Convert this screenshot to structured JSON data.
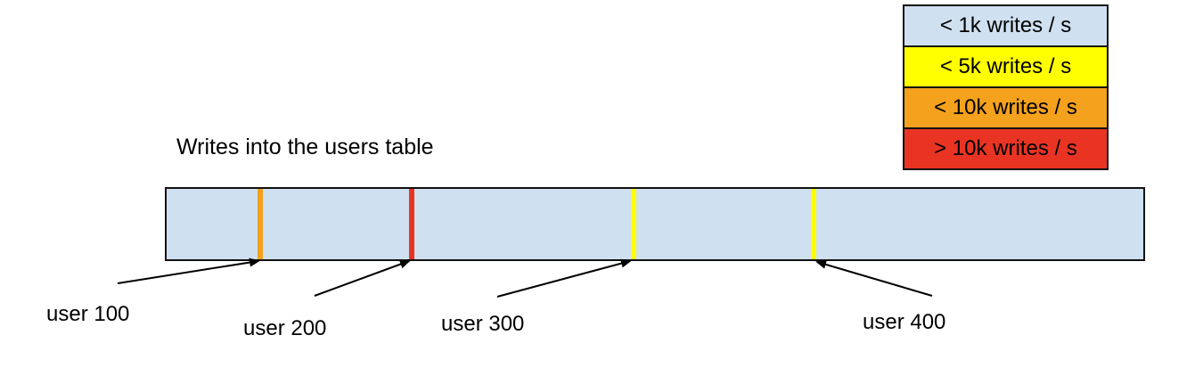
{
  "title": "Writes into the users table",
  "colors": {
    "bar_fill": "#cfe0f1",
    "light_blue": "#cfe0f1",
    "yellow": "#ffff00",
    "orange": "#f4a11d",
    "red": "#e93423",
    "outline": "#111111"
  },
  "legend": {
    "items": [
      {
        "label": "< 1k writes / s",
        "color": "#cfe0f1"
      },
      {
        "label": "< 5k writes / s",
        "color": "#ffff00"
      },
      {
        "label": "< 10k writes / s",
        "color": "#f4a11d"
      },
      {
        "label": "> 10k writes / s",
        "color": "#e93423"
      }
    ]
  },
  "bar": {
    "fill": "#cfe0f1",
    "stripes": [
      {
        "user": "user 100",
        "rate": "< 10k writes / s",
        "color": "#f4a11d"
      },
      {
        "user": "user 200",
        "rate": "> 10k writes / s",
        "color": "#e93423"
      },
      {
        "user": "user 300",
        "rate": "< 5k writes / s",
        "color": "#ffff00"
      },
      {
        "user": "user 400",
        "rate": "< 5k writes / s",
        "color": "#ffff00"
      }
    ]
  },
  "labels": [
    {
      "text": "user 100"
    },
    {
      "text": "user 200"
    },
    {
      "text": "user 300"
    },
    {
      "text": "user 400"
    }
  ]
}
